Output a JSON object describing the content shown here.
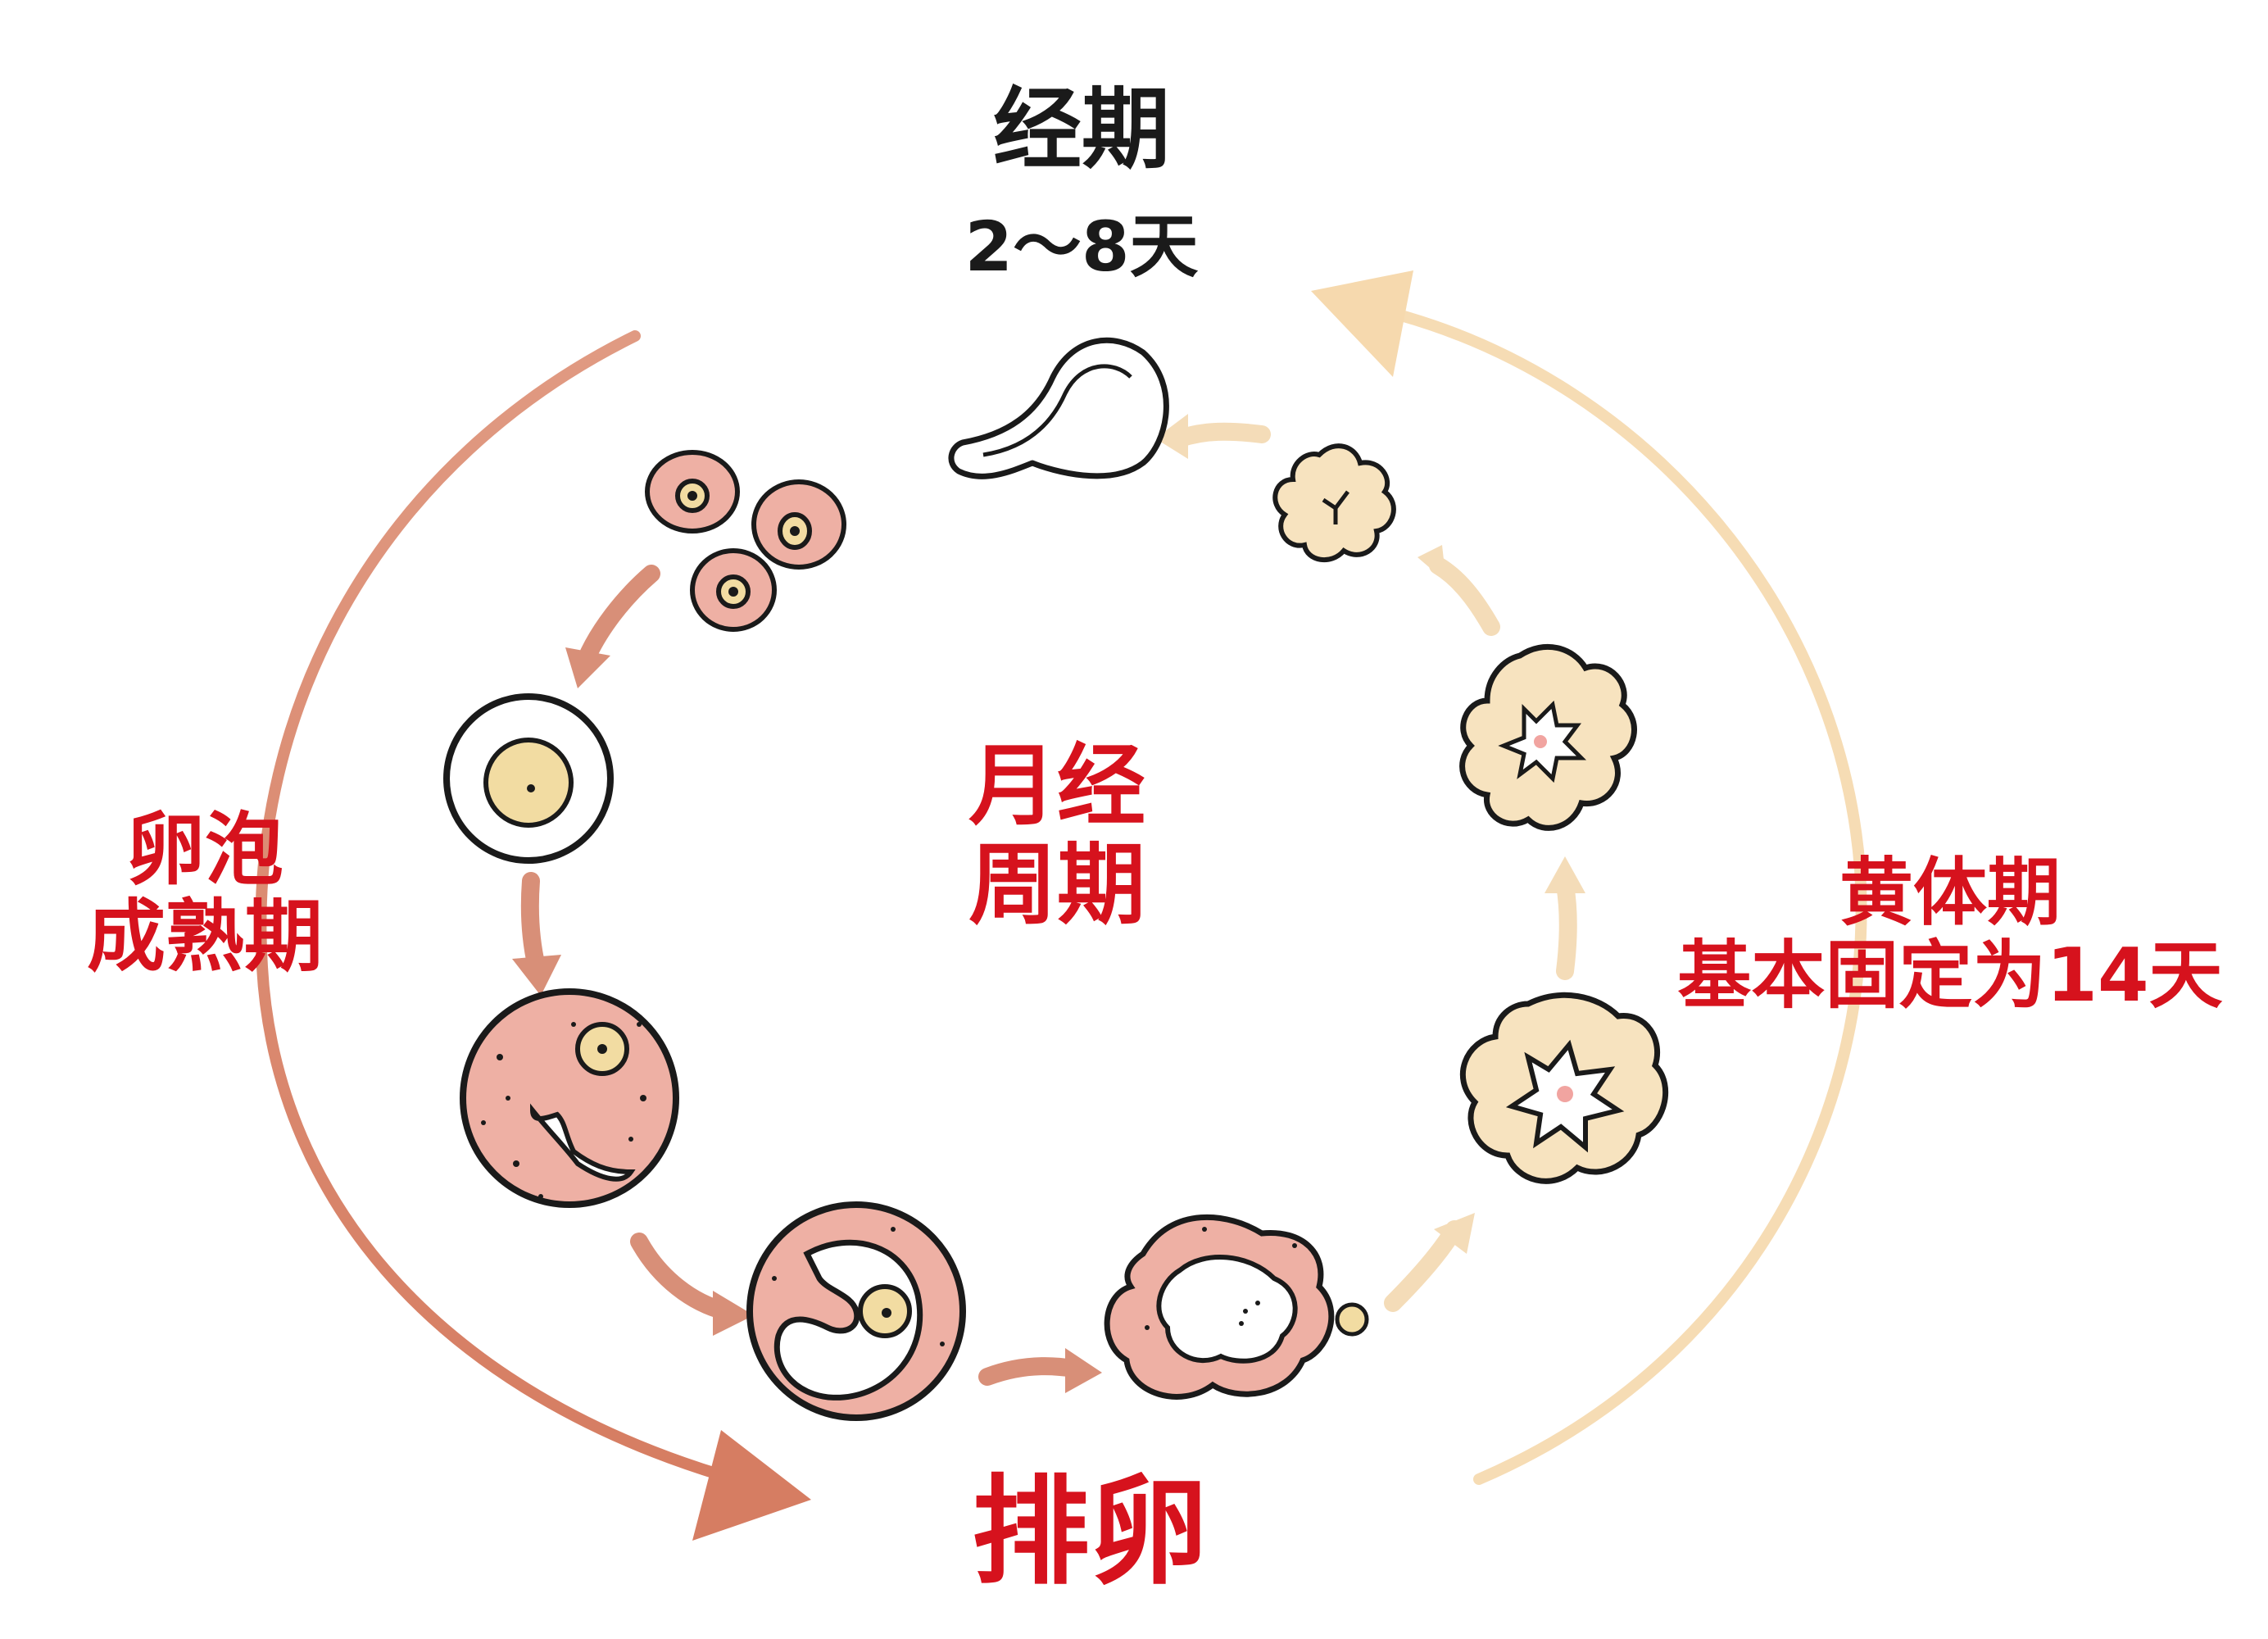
{
  "labels": {
    "menses_title": "经期",
    "menses_days": "2～8天",
    "cycle_center_line1": "月经",
    "cycle_center_line2": "周期",
    "follicular_line1": "卵泡",
    "follicular_line2": "成熟期",
    "luteal_line1": "黄体期",
    "luteal_line2": "基本固定为14天",
    "ovulation": "排卵"
  },
  "colors": {
    "follicular_arc": "#d9826a",
    "luteal_arc": "#f6dcb4",
    "label_red": "#d6121d",
    "label_black": "#1a1a1a",
    "follicle_pink": "#eeb0a4",
    "yolk": "#f2dca2",
    "corpus_luteum": "#f7e3bf"
  },
  "stages": [
    {
      "id": "primordial-follicles"
    },
    {
      "id": "primary-follicle"
    },
    {
      "id": "secondary-follicle"
    },
    {
      "id": "mature-follicle"
    },
    {
      "id": "ovulating-follicle"
    },
    {
      "id": "early-corpus-luteum"
    },
    {
      "id": "corpus-luteum"
    },
    {
      "id": "regressing-corpus-luteum"
    },
    {
      "id": "corpus-albicans"
    },
    {
      "id": "sanitary-pad"
    }
  ]
}
